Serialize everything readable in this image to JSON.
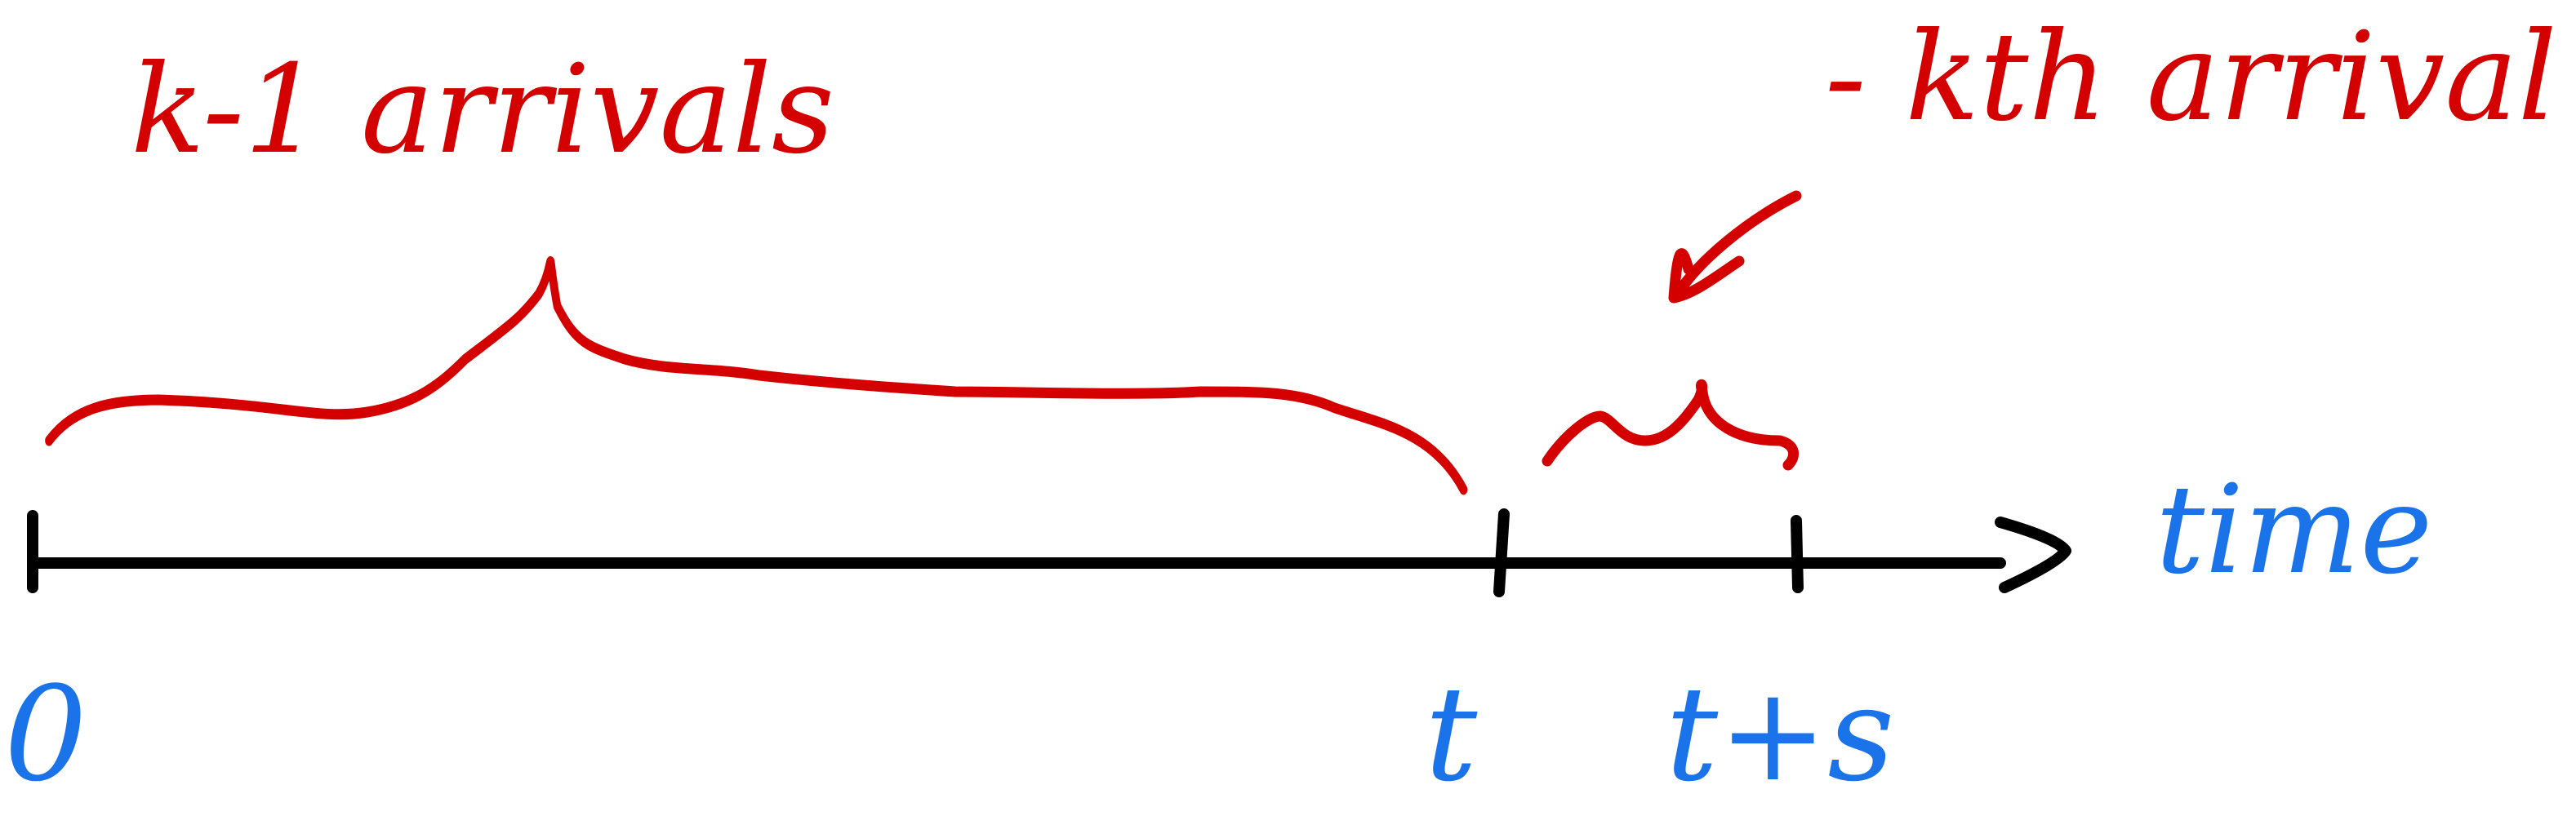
{
  "colors": {
    "annotation": "#d40000",
    "axis": "#000000",
    "axis_labels": "#1a73e8"
  },
  "axis": {
    "label": "time",
    "ticks": [
      "0",
      "t",
      "t+s"
    ]
  },
  "annotations": {
    "left": "k-1 arrivals",
    "right": "- kth arrival"
  }
}
